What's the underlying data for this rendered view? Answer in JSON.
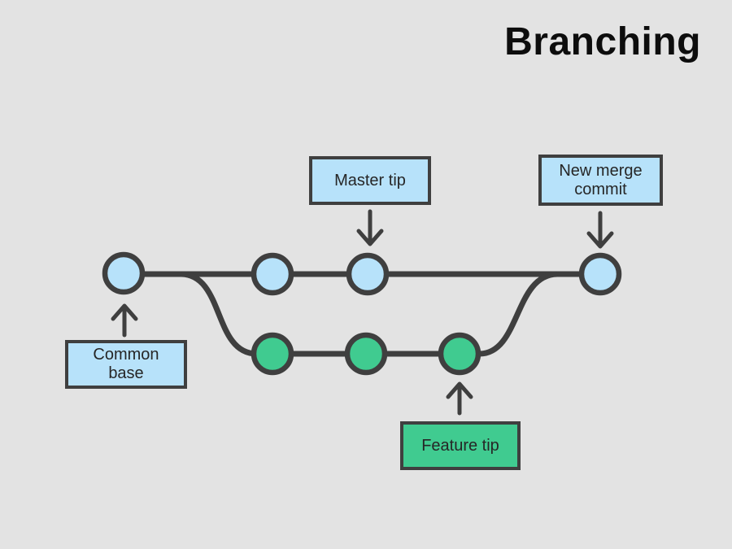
{
  "title": "Branching",
  "colors": {
    "background": "#e3e3e3",
    "stroke": "#3f3f3f",
    "commit_blue": "#b7e2fa",
    "commit_green": "#40cb90",
    "label_text": "#262626",
    "title_text": "#0d0d0d"
  },
  "labels": {
    "master_tip": "Master tip",
    "new_merge_commit": "New merge commit",
    "common_base": "Common base",
    "feature_tip": "Feature tip"
  },
  "graph": {
    "master_branch": {
      "color_name": "blue",
      "commit_count": 4
    },
    "feature_branch": {
      "color_name": "green",
      "commit_count": 3
    }
  }
}
